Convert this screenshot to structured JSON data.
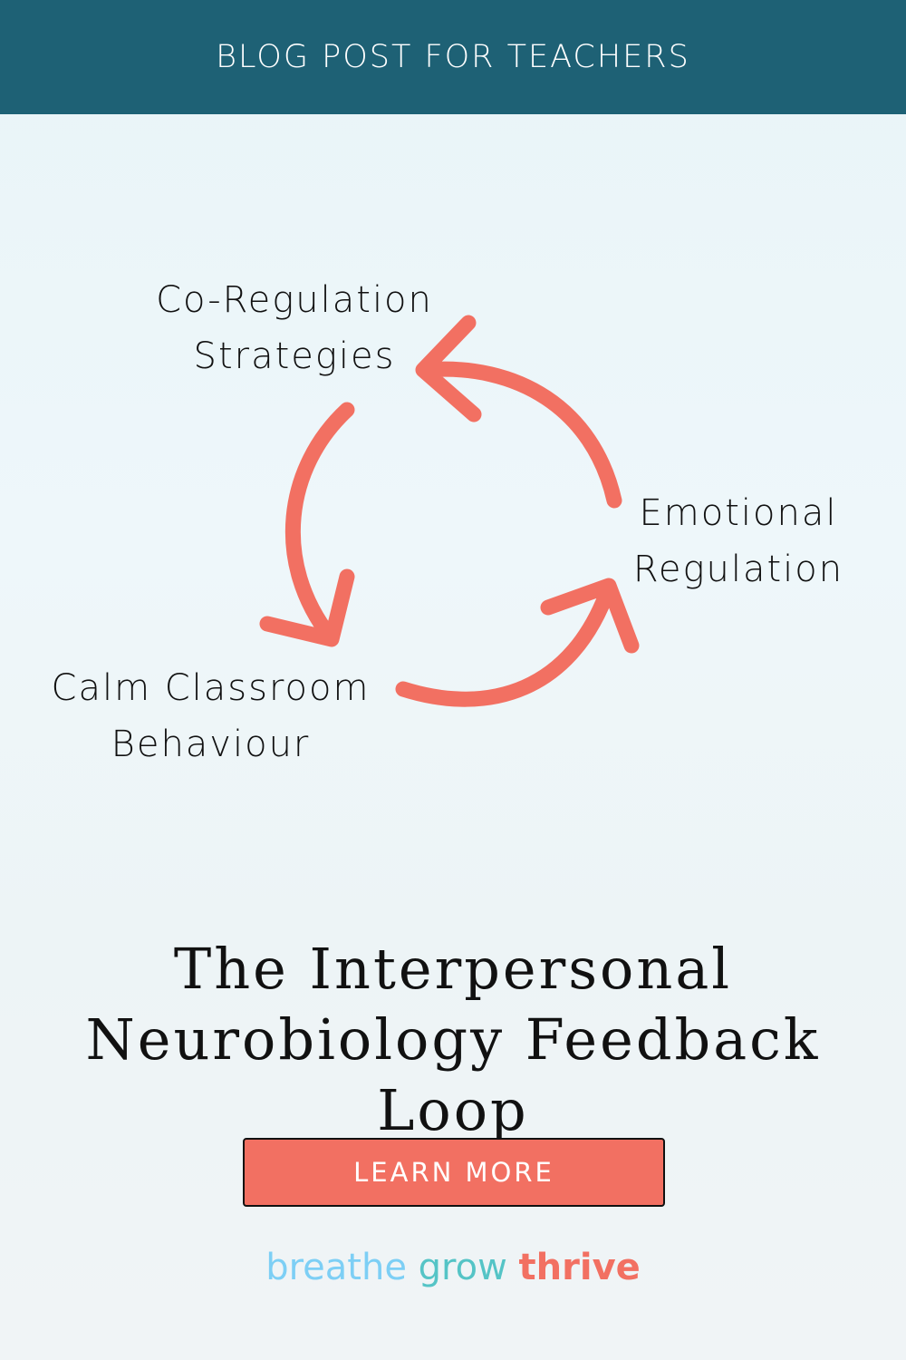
{
  "banner": {
    "text": "BLOG POST FOR TEACHERS"
  },
  "diagram": {
    "nodes": [
      {
        "line1": "Co-Regulation",
        "line2": "Strategies"
      },
      {
        "line1": "Emotional",
        "line2": "Regulation"
      },
      {
        "line1": "Calm Classroom",
        "line2": "Behaviour"
      }
    ],
    "arrow_color": "#f27062"
  },
  "title": {
    "line1": "The Interpersonal",
    "line2": "Neurobiology Feedback Loop"
  },
  "cta": {
    "label": "LEARN MORE"
  },
  "logo": {
    "word1": "breathe",
    "word2": "grow",
    "word3": "thrive"
  }
}
